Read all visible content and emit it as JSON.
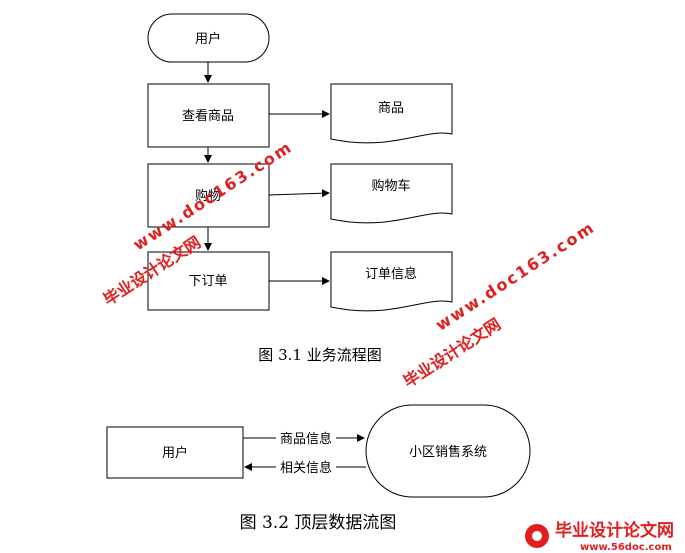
{
  "figure1": {
    "nodes": {
      "user": "用户",
      "view_goods": "查看商品",
      "shopping": "购物",
      "place_order": "下订单",
      "goods_doc": "商品",
      "cart_doc": "购物车",
      "order_doc": "订单信息"
    },
    "caption": "图 3.1 业务流程图"
  },
  "figure2": {
    "nodes": {
      "user": "用户",
      "system": "小区销售系统"
    },
    "edges": {
      "goods_info": "商品信息",
      "related_info": "相关信息"
    },
    "caption": "图 3.2 顶层数据流图"
  },
  "watermarks": {
    "site_cn": "毕业设计论文网",
    "site_url": "www.doc163.com",
    "logo_url": "www.56doc.com"
  }
}
